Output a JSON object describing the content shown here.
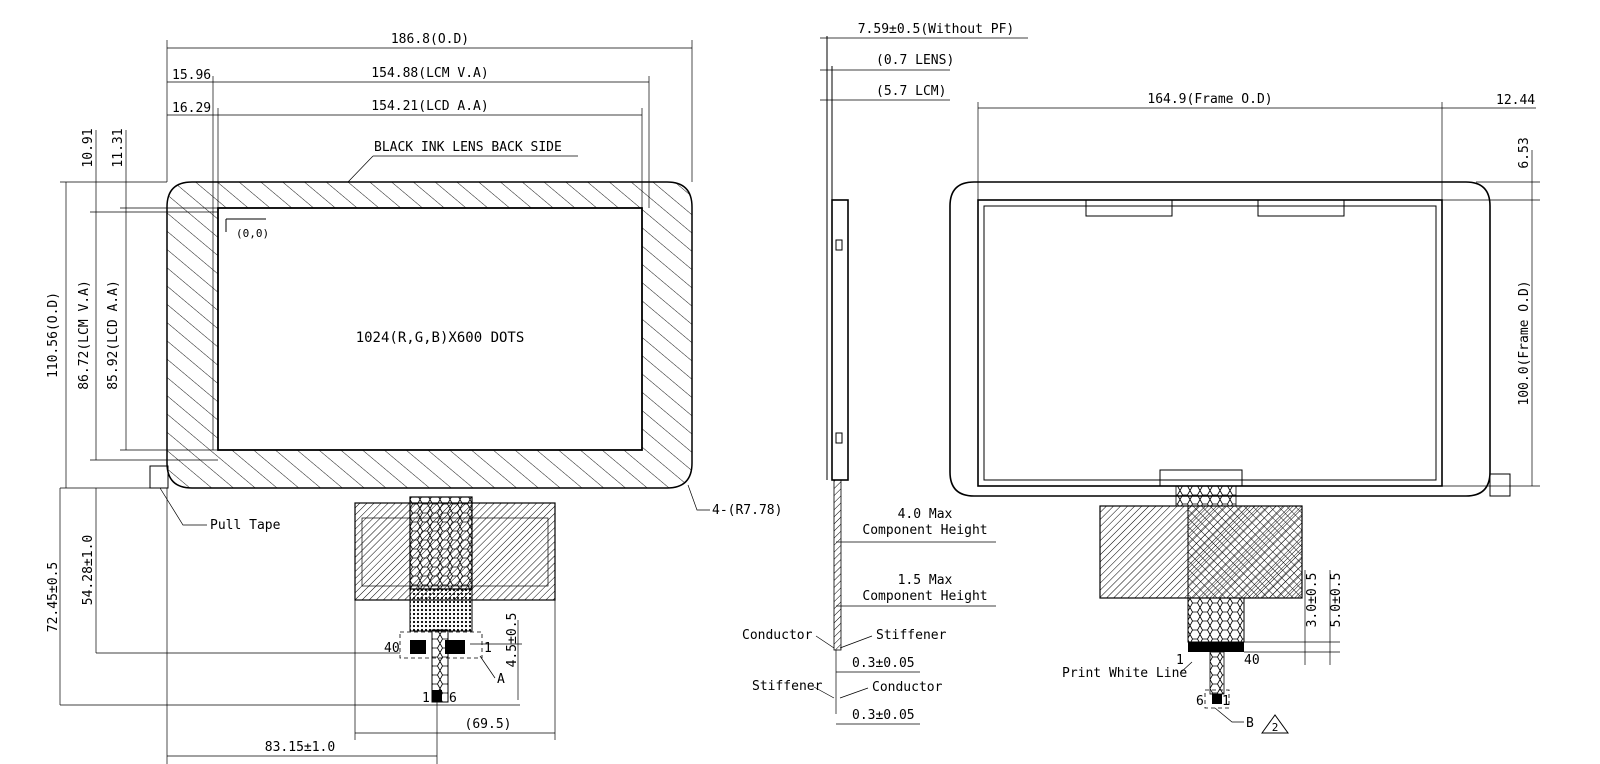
{
  "front_view": {
    "overall_width": "186.8(O.D)",
    "lcm_va_width": "154.88(LCM V.A)",
    "lcd_aa_width": "154.21(LCD A.A)",
    "offset_va_x": "15.96",
    "offset_aa_x": "16.29",
    "offset_va_y": "10.91",
    "offset_aa_y": "11.31",
    "ink_label": "BLACK INK LENS BACK SIDE",
    "origin_label": "(0,0)",
    "resolution_label": "1024(R,G,B)X600 DOTS",
    "overall_height": "110.56(O.D)",
    "lcm_va_height": "86.72(LCM V.A)",
    "lcd_aa_height": "85.92(LCD A.A)",
    "corner_radius": "4-(R7.78)",
    "pull_tape": "Pull Tape",
    "fpc_dim_1": "72.45±0.5",
    "fpc_dim_2": "54.28±1.0",
    "fpc_dim_3": "4.5±0.5",
    "fpc_width": "(69.5)",
    "fpc_offset": "83.15±1.0",
    "pin_40": "40",
    "pin_1": "1",
    "detail_a": "A",
    "pin_1b": "1",
    "pin_6": "6"
  },
  "side_view": {
    "thickness": "7.59±0.5(Without PF)",
    "lens": "(0.7 LENS)",
    "lcm": "(5.7 LCM)",
    "comp_height_1": "4.0 Max",
    "comp_height_1b": "Component Height",
    "comp_height_2": "1.5 Max",
    "comp_height_2b": "Component Height",
    "conductor_1": "Conductor",
    "stiffener_1": "Stiffener",
    "thickness_1": "0.3±0.05",
    "stiffener_2": "Stiffener",
    "conductor_2": "Conductor",
    "thickness_2": "0.3±0.05"
  },
  "back_view": {
    "frame_width": "164.9(Frame O.D)",
    "offset_x": "12.44",
    "offset_y": "6.53",
    "frame_height": "100.0(Frame O.D)",
    "dim_1": "3.0±0.5",
    "dim_2": "5.0±0.5",
    "pin_1": "1",
    "pin_40": "40",
    "print_line": "Print White Line",
    "pin_6": "6",
    "pin_1b": "1",
    "detail_b": "B",
    "revision": "2"
  }
}
